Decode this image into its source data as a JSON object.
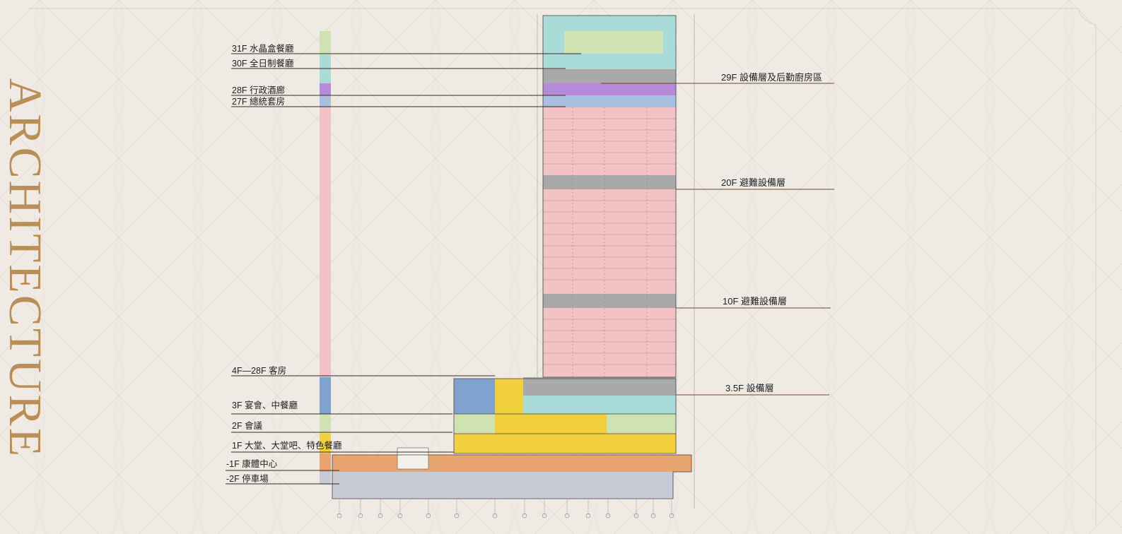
{
  "page_title": "ARCHITECTURE",
  "colors": {
    "background": "#efebe4",
    "title_gold": "#b98f57",
    "green": "#cfe3b2",
    "cyan": "#a9dcd8",
    "purple": "#b48ad9",
    "blue": "#a8bfe0",
    "pink": "#f2c2c4",
    "gray": "#a9a9a9",
    "steel_blue": "#7fa2cf",
    "yellow": "#f2cf3c",
    "orange": "#e9a56f",
    "slate": "#c7cbd6",
    "leader_line": "#6b4a2f"
  },
  "left_labels": [
    {
      "id": "31f",
      "text": "31F 水晶盒餐廳"
    },
    {
      "id": "30f",
      "text": "30F 全日制餐廳"
    },
    {
      "id": "28f",
      "text": "28F 行政酒廊"
    },
    {
      "id": "27f",
      "text": "27F 總統套房"
    },
    {
      "id": "4f-28f",
      "text": "4F—28F 客房"
    },
    {
      "id": "3f",
      "text": "3F 宴會、中餐廳"
    },
    {
      "id": "2f",
      "text": "2F 會議"
    },
    {
      "id": "1f",
      "text": "1F 大堂、大堂吧、特色餐廳"
    },
    {
      "id": "b1",
      "text": "-1F 康體中心"
    },
    {
      "id": "b2",
      "text": "-2F 停車場"
    }
  ],
  "right_labels": [
    {
      "id": "29f",
      "text": "29F 設備層及后勤廚房區"
    },
    {
      "id": "20f",
      "text": "20F 避難設備層"
    },
    {
      "id": "10f",
      "text": "10F 避難設備層"
    },
    {
      "id": "3-5f",
      "text": "3.5F 設備層"
    }
  ]
}
